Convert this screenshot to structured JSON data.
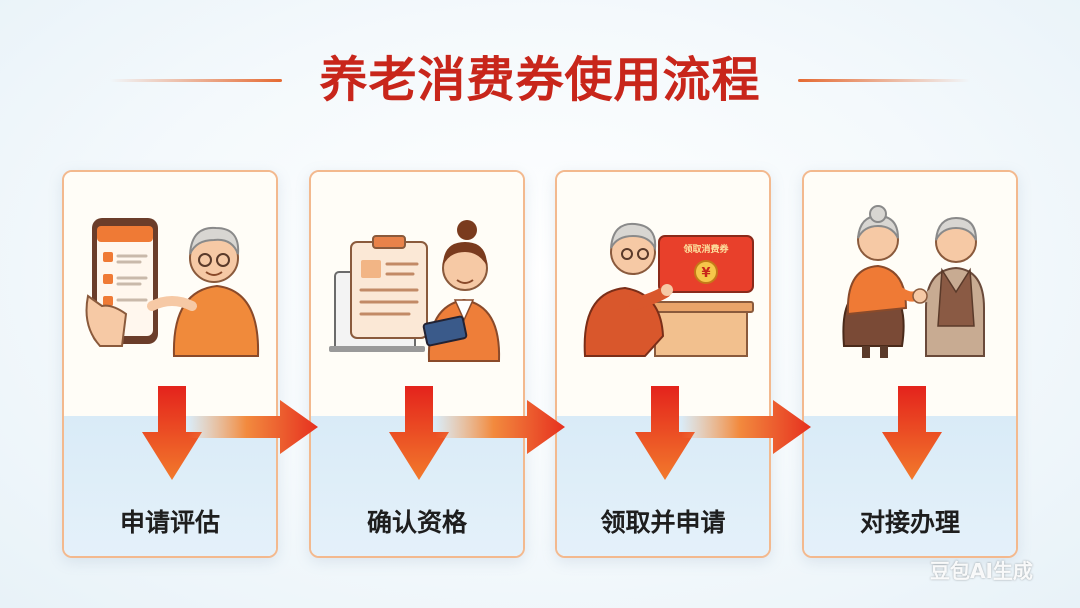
{
  "title": "养老消费券使用流程",
  "steps": [
    {
      "label": "申请评估",
      "illustration": "elder-with-smartphone-checklist"
    },
    {
      "label": "确认资格",
      "illustration": "staff-with-clipboard-and-tablet"
    },
    {
      "label": "领取并申请",
      "illustration": "elder-with-voucher-card",
      "voucher_text": "领取消费券",
      "voucher_symbol": "¥"
    },
    {
      "label": "对接办理",
      "illustration": "two-elders-handshake"
    }
  ],
  "watermark": "豆包AI生成",
  "colors": {
    "title": "#c8261b",
    "accent_orange": "#e56a32",
    "arrow_red": "#e6301f",
    "card_border": "#f3b98e",
    "card_bottom": "#d9ebf7"
  }
}
